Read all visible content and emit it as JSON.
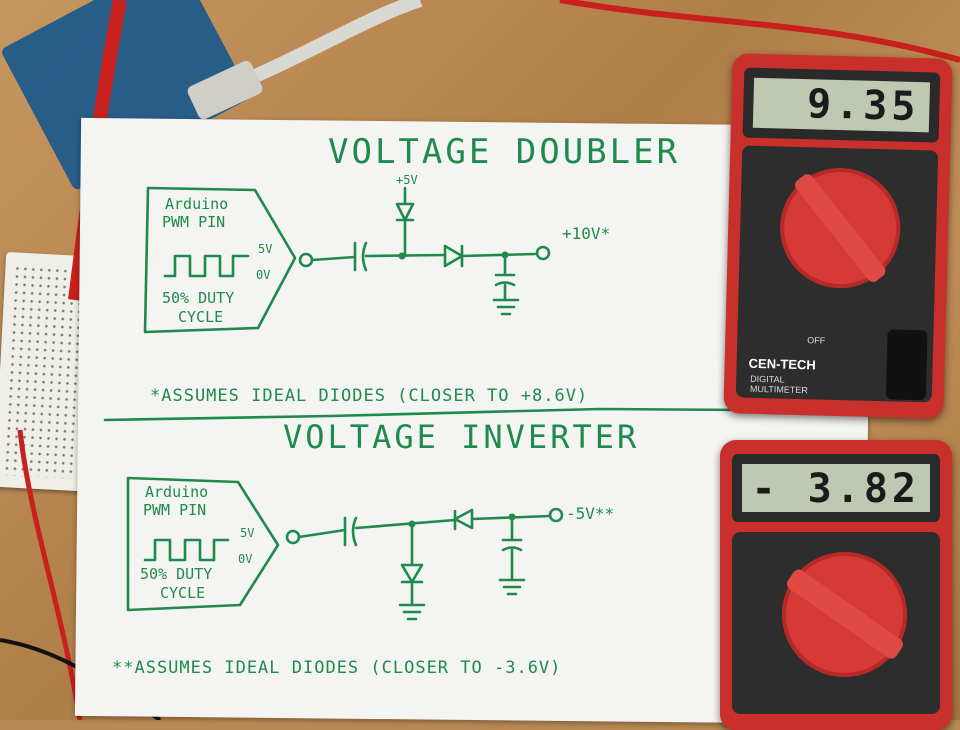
{
  "doubler": {
    "title": "VOLTAGE DOUBLER",
    "box_line1": "Arduino",
    "box_line2": "PWM PIN",
    "box_line3": "50% DUTY",
    "box_line4": "CYCLE",
    "level_high": "5V",
    "level_low": "0V",
    "supply": "+5V",
    "output": "+10V*",
    "note": "*ASSUMES IDEAL DIODES (CLOSER TO +8.6V)"
  },
  "inverter": {
    "title": "VOLTAGE INVERTER",
    "box_line1": "Arduino",
    "box_line2": "PWM PIN",
    "box_line3": "50% DUTY",
    "box_line4": "CYCLE",
    "level_high": "5V",
    "level_low": "0V",
    "output": "-5V**",
    "note": "**ASSUMES IDEAL DIODES (CLOSER TO -3.6V)"
  },
  "meter_top": {
    "reading": "9.35",
    "brand": "CEN-TECH",
    "label_line1": "DIGITAL",
    "label_line2": "MULTIMETER",
    "switch_label": "OFF"
  },
  "meter_bottom": {
    "reading": "- 3.82"
  },
  "colors": {
    "ink": "#1f8a4d",
    "paper": "#f4f4f2",
    "meter_body": "#c9302c",
    "table": "#b98a55"
  }
}
